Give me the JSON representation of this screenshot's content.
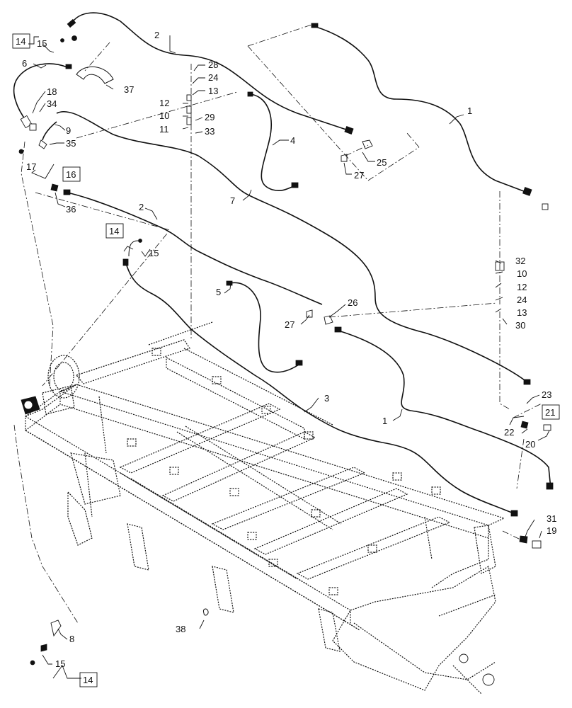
{
  "callouts": {
    "c1a": "1",
    "c1b": "1",
    "c2a": "2",
    "c2b": "2",
    "c3": "3",
    "c4": "4",
    "c5": "5",
    "c6": "6",
    "c7": "7",
    "c8": "8",
    "c9": "9",
    "c10a": "10",
    "c10b": "10",
    "c11": "11",
    "c12a": "12",
    "c12b": "12",
    "c13a": "13",
    "c13b": "13",
    "c15a": "15",
    "c15b": "15",
    "c15c": "15",
    "c17": "17",
    "c18": "18",
    "c19": "19",
    "c20": "20",
    "c22": "22",
    "c23": "23",
    "c24a": "24",
    "c24b": "24",
    "c25": "25",
    "c26": "26",
    "c27a": "27",
    "c27b": "27",
    "c28": "28",
    "c29": "29",
    "c30": "30",
    "c31": "31",
    "c32": "32",
    "c33": "33",
    "c34": "34",
    "c35": "35",
    "c36": "36",
    "c37": "37",
    "c38": "38"
  },
  "boxed_refs": {
    "b14a": "14",
    "b14b": "14",
    "b14c": "14",
    "b16": "16",
    "b21": "21"
  }
}
